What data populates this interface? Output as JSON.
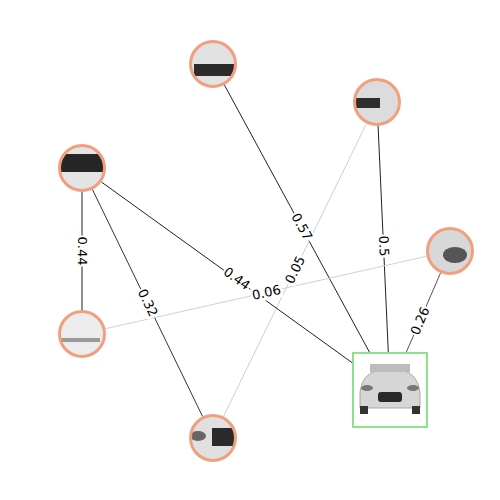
{
  "diagram": {
    "nodes": [
      {
        "text": []
      },
      {
        "text": []
      },
      {
        "text": []
      },
      {
        "text": []
      },
      {
        "text": []
      },
      {
        "text": []
      },
      {
        "text": []
      }
    ],
    "edges": [
      {
        "from": 0,
        "to": 6,
        "label": "0.57",
        "arrow": "none"
      },
      {
        "from": 1,
        "to": 6,
        "label": "0.5",
        "arrow": "none"
      },
      {
        "from": 1,
        "to": 5,
        "label": "0.05",
        "arrow": "none"
      },
      {
        "from": 2,
        "to": 4,
        "label": "0.44",
        "arrow": "none"
      },
      {
        "from": 2,
        "to": 6,
        "label": "0.44",
        "arrow": "none"
      },
      {
        "from": 2,
        "to": 5,
        "label": "0.32",
        "arrow": "none"
      },
      {
        "from": 4,
        "to": 3,
        "label": "0.06",
        "arrow": "none"
      },
      {
        "from": 3,
        "to": 6,
        "label": "0.26",
        "arrow": "none"
      }
    ]
  }
}
